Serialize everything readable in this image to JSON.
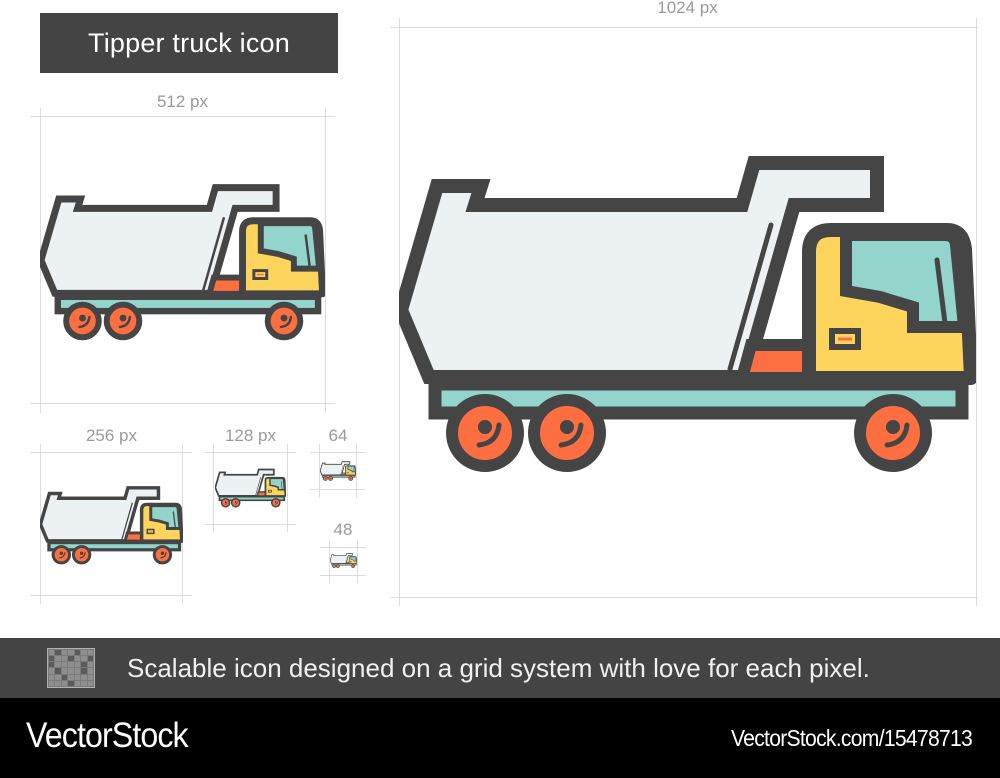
{
  "title": "Tipper truck icon",
  "sizes": {
    "s1024": "1024 px",
    "s512": "512 px",
    "s256": "256 px",
    "s128": "128 px",
    "s64": "64",
    "s48": "48"
  },
  "icon": {
    "name": "tipper-truck-icon",
    "colors": {
      "outline": "#454545",
      "body": "#ecf1f4",
      "cab": "#fdd55c",
      "glass": "#93d4cd",
      "chassis": "#93d4cd",
      "wheel": "#fd6f40",
      "accent": "#fd6f40"
    }
  },
  "banner": {
    "icon": "grid-icon",
    "text": "Scalable icon designed on a grid system with love for each pixel."
  },
  "footer": {
    "brand": "VectorStock",
    "stock_id": "VectorStock.com/15478713"
  }
}
